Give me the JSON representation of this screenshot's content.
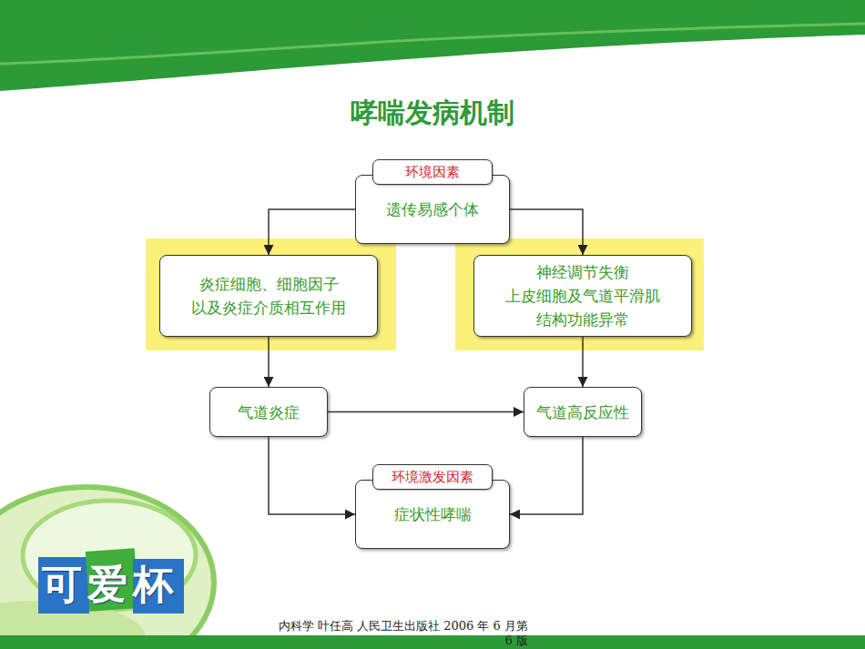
{
  "diagram": {
    "title": "哮喘发病机制",
    "nodes": [
      {
        "text": [
          "环境因素",
          "遗传易感个体"
        ]
      },
      {
        "text": [
          "炎症细胞、细胞因子 以及炎症介质相互作用"
        ]
      },
      {
        "text": [
          "神经调节失衡 上皮细胞及气道平滑肌 结构功能异常"
        ]
      },
      {
        "text": [
          "气道炎症"
        ]
      },
      {
        "text": [
          "气道高反应性"
        ]
      },
      {
        "text": [
          "环境激发因素",
          "症状性哮喘"
        ]
      }
    ],
    "edges": [
      {
        "from": 0,
        "to": 1,
        "arrow": "to"
      },
      {
        "from": 0,
        "to": 2,
        "arrow": "to"
      },
      {
        "from": 1,
        "to": 3,
        "arrow": "to"
      },
      {
        "from": 2,
        "to": 4,
        "arrow": "to"
      },
      {
        "from": 3,
        "to": 4,
        "arrow": "to"
      },
      {
        "from": 3,
        "to": 5,
        "arrow": "to"
      },
      {
        "from": 4,
        "to": 5,
        "arrow": "to"
      }
    ],
    "labels": [
      "可爱杯",
      "内科学 叶任高 人民卫生出版社 2006 年 6 月第 6 版"
    ]
  }
}
